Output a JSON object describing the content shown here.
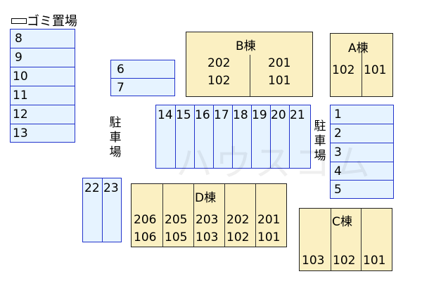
{
  "garbage": {
    "icon": "garbage-station-icon",
    "label": "ゴミ置場"
  },
  "parking_label": "駐車場",
  "parking": {
    "left_column": [
      "8",
      "9",
      "10",
      "11",
      "12",
      "13"
    ],
    "pair_top": [
      "6",
      "7"
    ],
    "center_row": [
      "14",
      "15",
      "16",
      "17",
      "18",
      "19",
      "20",
      "21"
    ],
    "right_column": [
      "1",
      "2",
      "3",
      "4",
      "5"
    ],
    "bottom_left": [
      "22",
      "23"
    ]
  },
  "buildings": {
    "B": {
      "name": "B棟",
      "units": [
        [
          "202",
          "201"
        ],
        [
          "102",
          "101"
        ]
      ]
    },
    "A": {
      "name": "A棟",
      "units": [
        [
          "102",
          "101"
        ]
      ]
    },
    "D": {
      "name": "D棟",
      "units": [
        [
          "206",
          "205",
          "203",
          "202",
          "201"
        ],
        [
          "106",
          "105",
          "103",
          "102",
          "101"
        ]
      ]
    },
    "C": {
      "name": "C棟",
      "units": [
        [
          "103",
          "102",
          "101"
        ]
      ]
    }
  },
  "watermark": "ハウスコム",
  "colors": {
    "parking_fill": "#e6f3ff",
    "parking_border": "#2233cc",
    "building_fill": "#fbf0c2"
  }
}
